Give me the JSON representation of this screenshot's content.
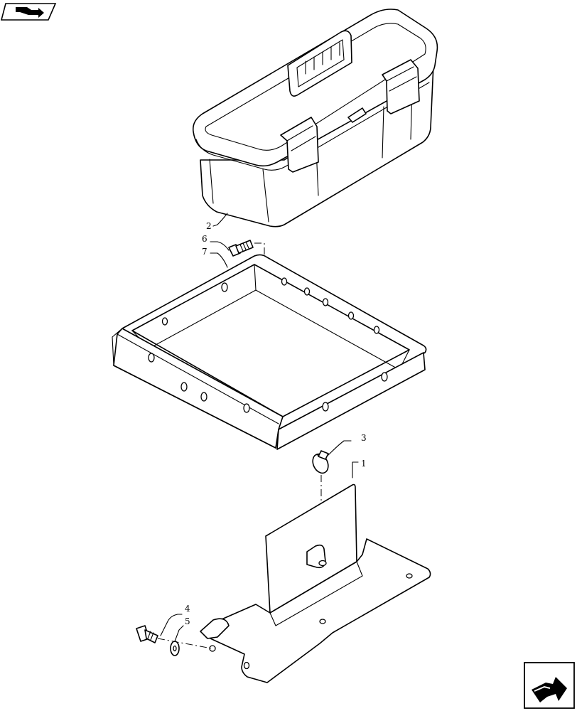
{
  "callouts": [
    {
      "id": "c1",
      "label": "1"
    },
    {
      "id": "c2",
      "label": "2"
    },
    {
      "id": "c3",
      "label": "3"
    },
    {
      "id": "c4",
      "label": "4"
    },
    {
      "id": "c5",
      "label": "5"
    },
    {
      "id": "c6",
      "label": "6"
    },
    {
      "id": "c7",
      "label": "7"
    }
  ],
  "icons": {
    "top_left": "previous-page-arrow-icon",
    "bottom_right": "next-page-arrow-icon"
  }
}
